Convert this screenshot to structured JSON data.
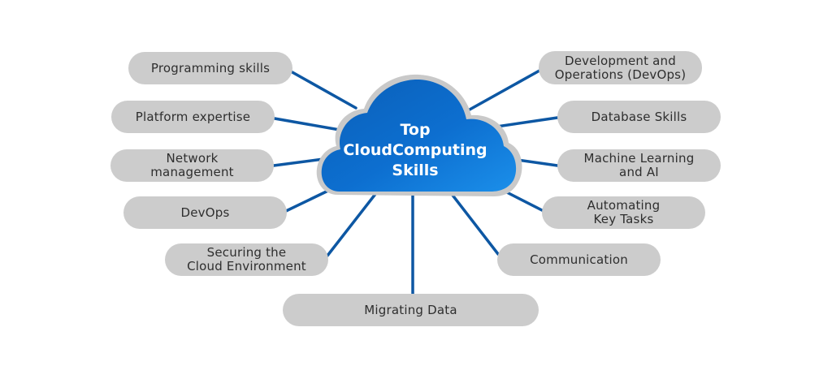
{
  "diagram": {
    "center": {
      "title": "Top\nCloudComputing\nSkills",
      "fill_color_top": "#1e90e6",
      "fill_color_bottom": "#0a66c2",
      "outline_color": "#c8c8c8"
    },
    "connector_color": "#0d57a3",
    "pill_color": "#cccccc",
    "text_color": "#2e2e2e",
    "left_nodes": [
      {
        "label": "Programming skills"
      },
      {
        "label": "Platform expertise"
      },
      {
        "label": "Network\nmanagement"
      },
      {
        "label": "DevOps"
      },
      {
        "label": "Securing the\nCloud Environment"
      }
    ],
    "bottom_node": {
      "label": "Migrating Data"
    },
    "right_nodes": [
      {
        "label": "Development and\nOperations (DevOps)"
      },
      {
        "label": "Database Skills"
      },
      {
        "label": "Machine Learning\nand AI"
      },
      {
        "label": "Automating\nKey Tasks"
      },
      {
        "label": "Communication"
      }
    ]
  }
}
